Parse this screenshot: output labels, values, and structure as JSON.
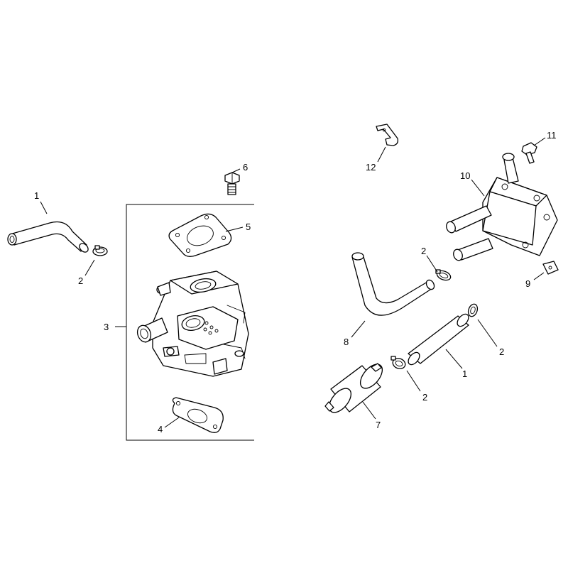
{
  "diagram": {
    "callouts": [
      {
        "id": "c1a",
        "label": "1"
      },
      {
        "id": "c2a",
        "label": "2"
      },
      {
        "id": "c3",
        "label": "3"
      },
      {
        "id": "c4",
        "label": "4"
      },
      {
        "id": "c5",
        "label": "5"
      },
      {
        "id": "c6",
        "label": "6"
      },
      {
        "id": "c12",
        "label": "12"
      },
      {
        "id": "c11",
        "label": "11"
      },
      {
        "id": "c10",
        "label": "10"
      },
      {
        "id": "c2b",
        "label": "2"
      },
      {
        "id": "c9",
        "label": "9"
      },
      {
        "id": "c8",
        "label": "8"
      },
      {
        "id": "c2c",
        "label": "2"
      },
      {
        "id": "c1b",
        "label": "1"
      },
      {
        "id": "c2d",
        "label": "2"
      },
      {
        "id": "c7",
        "label": "7"
      }
    ]
  }
}
